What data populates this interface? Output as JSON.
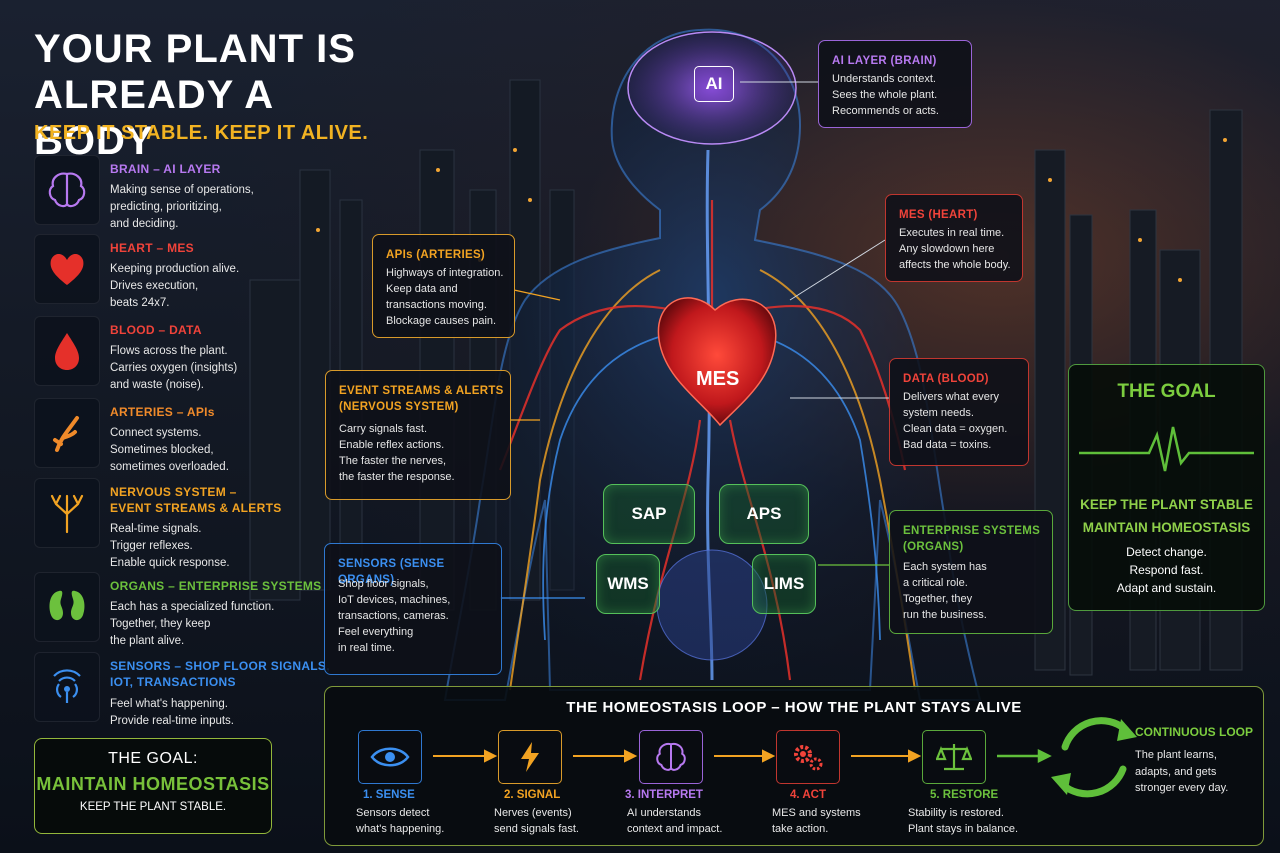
{
  "header": {
    "title": "YOUR PLANT IS ALREADY A BODY",
    "subtitle": "KEEP IT STABLE. KEEP IT ALIVE."
  },
  "legend": [
    {
      "head": "BRAIN – AI LAYER",
      "body": "Making sense of operations,\npredicting, prioritizing,\nand deciding.",
      "color": "#b779f0",
      "icon": "brain-icon"
    },
    {
      "head": "HEART – MES",
      "body": "Keeping production alive.\nDrives execution,\nbeats 24x7.",
      "color": "#f0433a",
      "icon": "heart-icon"
    },
    {
      "head": "BLOOD – DATA",
      "body": "Flows across the plant.\nCarries oxygen (insights)\nand waste (noise).",
      "color": "#f0433a",
      "icon": "blood-drop-icon"
    },
    {
      "head": "ARTERIES – APIs",
      "body": "Connect systems.\nSometimes blocked,\nsometimes overloaded.",
      "color": "#f08a2a",
      "icon": "artery-icon"
    },
    {
      "head": "NERVOUS SYSTEM –\nEVENT STREAMS & ALERTS",
      "body": "Real-time signals.\nTrigger reflexes.\nEnable quick response.",
      "color": "#f2a322",
      "icon": "nerve-icon"
    },
    {
      "head": "ORGANS – ENTERPRISE SYSTEMS",
      "body": "Each has a specialized function.\nTogether, they keep\nthe plant alive.",
      "color": "#6cc13d",
      "icon": "kidney-icon"
    },
    {
      "head": "SENSORS – SHOP FLOOR SIGNALS,\nIOT, TRANSACTIONS",
      "body": "Feel what's happening.\nProvide real-time inputs.",
      "color": "#3b8ff0",
      "icon": "signal-icon"
    }
  ],
  "goal_left": {
    "line1": "THE GOAL:",
    "line2": "MAINTAIN HOMEOSTASIS",
    "line3": "KEEP THE PLANT STABLE."
  },
  "callouts": {
    "ai": {
      "head": "AI LAYER (BRAIN)",
      "body": "Understands context.\nSees the whole plant.\nRecommends or acts.",
      "color": "#b779f0"
    },
    "mes": {
      "head": "MES (HEART)",
      "body": "Executes in real time.\nAny slowdown here\naffects the whole body.",
      "color": "#f0433a"
    },
    "apis": {
      "head": "APIs (ARTERIES)",
      "body": "Highways of integration.\nKeep data and\ntransactions moving.\nBlockage causes pain.",
      "color": "#f2a322"
    },
    "events": {
      "head": "EVENT STREAMS & ALERTS\n(NERVOUS SYSTEM)",
      "body": "Carry signals fast.\nEnable reflex actions.\nThe faster the nerves,\nthe faster the response.",
      "color": "#f2a322"
    },
    "data": {
      "head": "DATA (BLOOD)",
      "body": "Delivers what every\nsystem needs.\nClean data = oxygen.\nBad data = toxins.",
      "color": "#f0433a"
    },
    "enterprise": {
      "head": "ENTERPRISE SYSTEMS\n(ORGANS)",
      "body": "Each system has\na critical role.\nTogether, they\nrun the business.",
      "color": "#6cc13d"
    },
    "sensors": {
      "head": "SENSORS (SENSE ORGANS)",
      "body": "Shop floor signals,\nIoT devices, machines,\ntransactions, cameras.\nFeel everything\nin real time.",
      "color": "#3b8ff0"
    }
  },
  "body_labels": {
    "ai": "AI",
    "mes": "MES"
  },
  "organs": [
    "SAP",
    "APS",
    "WMS",
    "LIMS"
  ],
  "goal_right": {
    "title": "THE GOAL",
    "lines": "KEEP THE PLANT STABLE\nMAINTAIN HOMEOSTASIS",
    "body": "Detect change.\nRespond fast.\nAdapt and sustain."
  },
  "loop": {
    "title": "THE HOMEOSTASIS LOOP – HOW THE PLANT STAYS ALIVE",
    "steps": [
      {
        "title": "1. SENSE",
        "body": "Sensors detect\nwhat's happening.",
        "color": "#3b8ff0",
        "icon": "eye-icon"
      },
      {
        "title": "2. SIGNAL",
        "body": "Nerves (events)\nsend signals fast.",
        "color": "#f2a322",
        "icon": "lightning-icon"
      },
      {
        "title": "3. INTERPRET",
        "body": "AI understands\ncontext and impact.",
        "color": "#b779f0",
        "icon": "brain-icon"
      },
      {
        "title": "4. ACT",
        "body": "MES and systems\ntake action.",
        "color": "#f0433a",
        "icon": "gears-icon"
      },
      {
        "title": "5. RESTORE",
        "body": "Stability is restored.\nPlant stays in balance.",
        "color": "#6cc13d",
        "icon": "scale-icon"
      }
    ],
    "continuous": {
      "title": "CONTINUOUS LOOP",
      "body": "The plant learns,\nadapts, and gets\nstronger every day."
    }
  }
}
